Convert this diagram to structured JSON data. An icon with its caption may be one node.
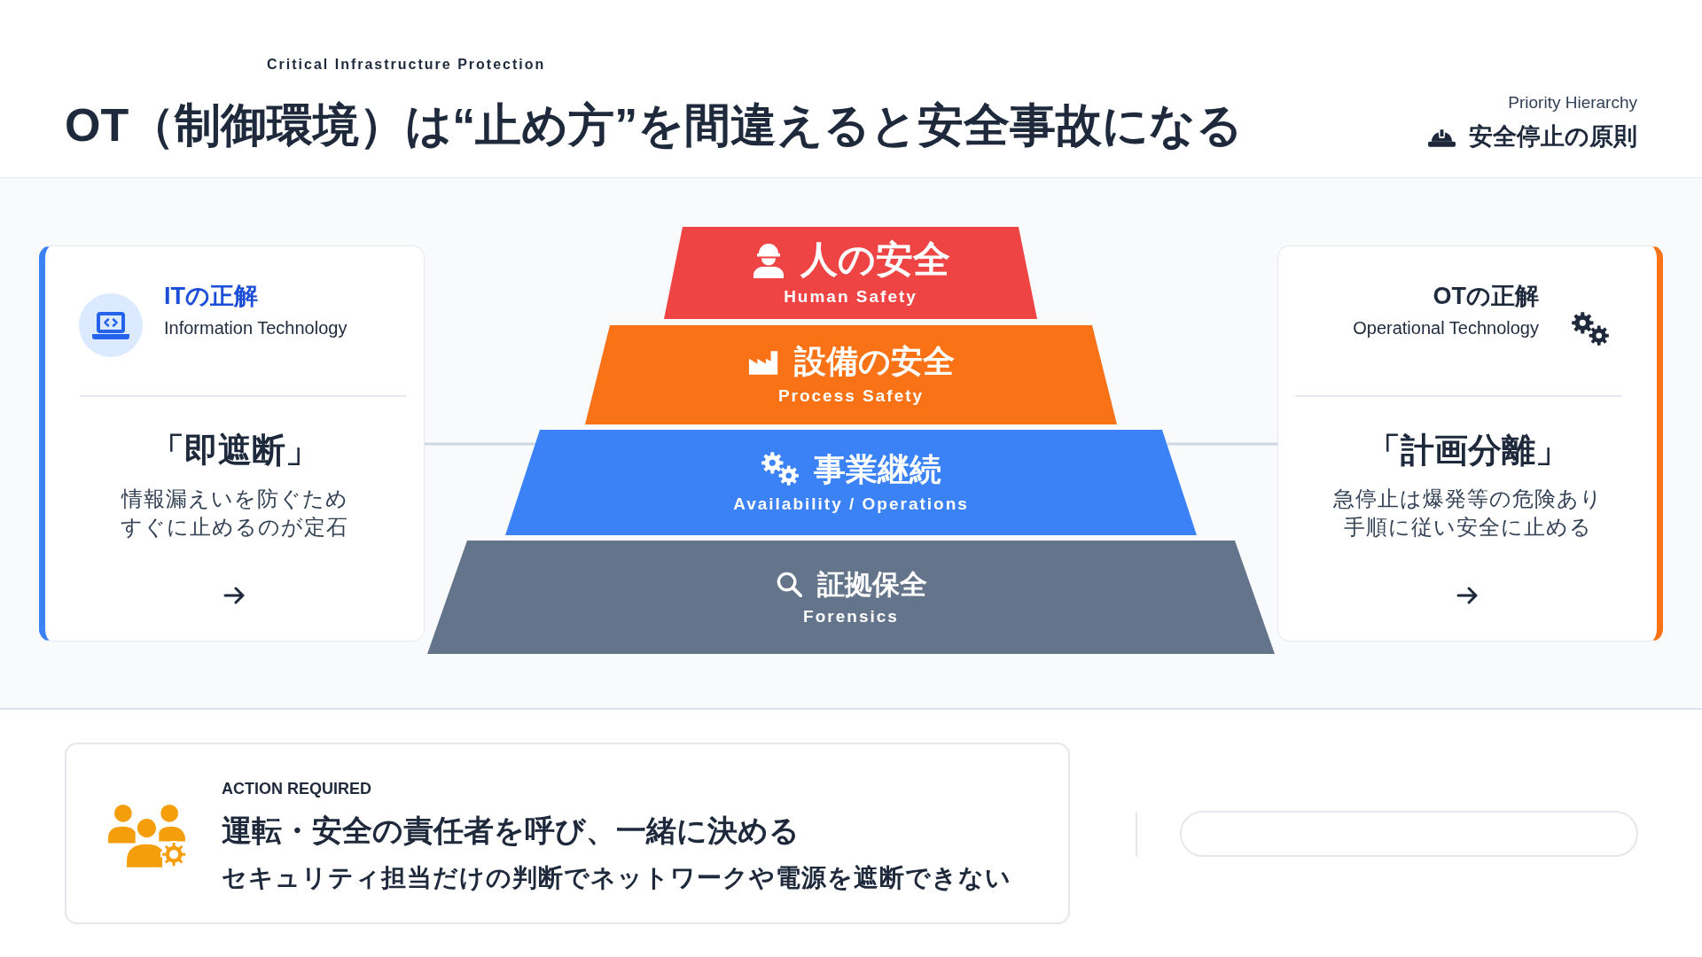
{
  "diagram": {
    "title": "OT（制御環境）は“止め方”を間違えると安全事故になる",
    "nodes": [
      {
        "text": [
          "ITの正解",
          "Information Technology",
          "「即遮断」",
          "情報漏えいを防ぐためすぐに止めるのが定石"
        ]
      },
      {
        "text": [
          "人の安全",
          "Human Safety"
        ]
      },
      {
        "text": [
          "設備の安全",
          "Process Safety"
        ]
      },
      {
        "text": [
          "事業継続",
          "Availability / Operations"
        ]
      },
      {
        "text": [
          "証拠保全",
          "Forensics"
        ]
      },
      {
        "text": [
          "OTの正解",
          "Operational Technology",
          "「計画分離」",
          "急停止は爆発等の危険あり手順に従い安全に止める"
        ]
      },
      {
        "text": [
          "ACTION REQUIRED",
          "運転・安全の責任者を呼び、一緒に決める",
          "セキュリティ担当だけの判断でネットワークや電源を遮断できない"
        ]
      }
    ],
    "edges": [
      {
        "from": 0,
        "to": 3,
        "arrow": "none"
      },
      {
        "from": 3,
        "to": 5,
        "arrow": "none"
      }
    ],
    "labels": [
      "Critical Infrastructure Protection",
      "Priority Hierarchy",
      "安全停止の原則"
    ]
  }
}
